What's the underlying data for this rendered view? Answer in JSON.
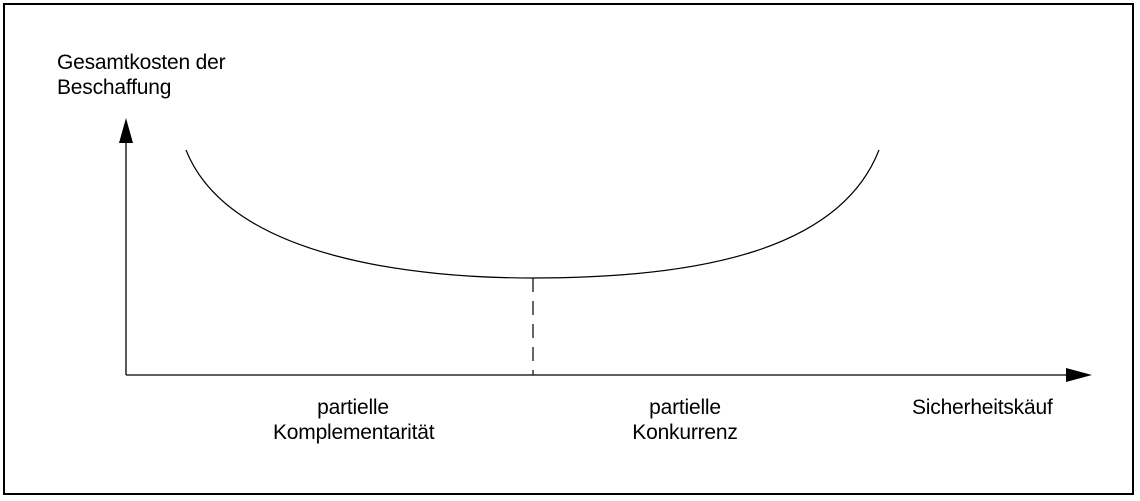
{
  "y_axis": {
    "line1": "Gesamtkosten der",
    "line2": "Beschaffung"
  },
  "x_axis": {
    "label": "Sicherheitskäuf"
  },
  "zones": {
    "left": {
      "line1": "partielle",
      "line2": "Komplementarität"
    },
    "right": {
      "line1": "partielle",
      "line2": "Konkurrenz"
    }
  },
  "colors": {
    "stroke": "#000000",
    "background": "#ffffff"
  }
}
